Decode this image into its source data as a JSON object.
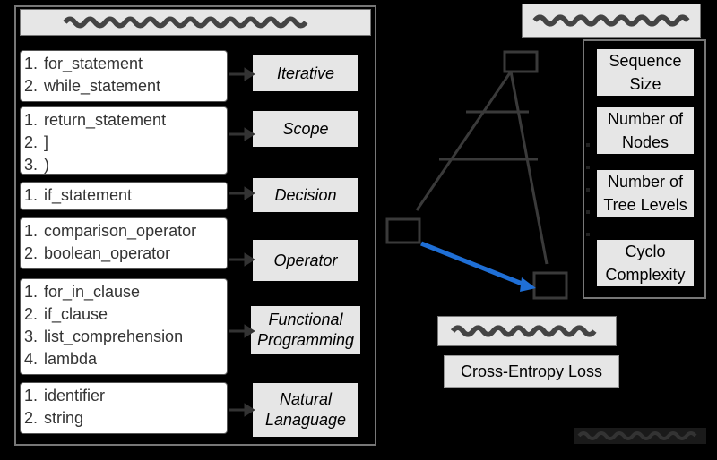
{
  "left_panel": {
    "groups": [
      {
        "items": [
          "for_statement",
          "while_statement"
        ],
        "category": "Iterative"
      },
      {
        "items": [
          "return_statement",
          "]",
          ")"
        ],
        "category": "Scope"
      },
      {
        "items": [
          "if_statement"
        ],
        "category": "Decision"
      },
      {
        "items": [
          "comparison_operator",
          "boolean_operator"
        ],
        "category": "Operator"
      },
      {
        "items": [
          "for_in_clause",
          "if_clause",
          "list_comprehension",
          "lambda"
        ],
        "category": "Functional Programming"
      },
      {
        "items": [
          "identifier",
          "string"
        ],
        "category": "Natural Lanaguage"
      }
    ]
  },
  "right_panel": {
    "metrics": [
      "Sequence Size",
      "Number of Nodes",
      "Number of Tree Levels",
      "Cyclo Complexity"
    ]
  },
  "loss_box": {
    "label": "Cross-Entropy Loss"
  },
  "colors": {
    "arrow_blue": "#1f6fd6",
    "box_gray": "#e6e6e6",
    "background": "#000000"
  }
}
